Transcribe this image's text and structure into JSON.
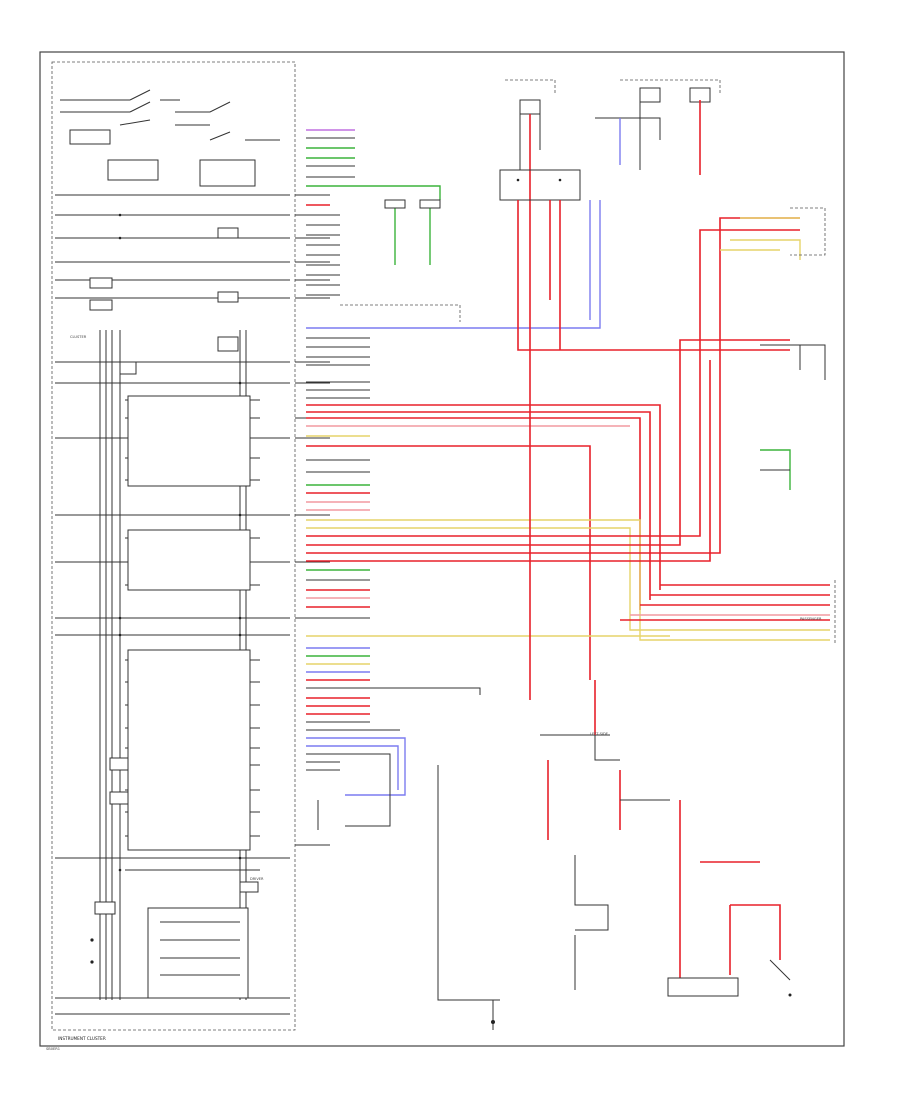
{
  "diagram": {
    "footer_left": "INSTRUMENT CLUSTER",
    "footer_code": "SB0ER1",
    "connector_labels": [
      "PASSENGER",
      "LEFT SIDE",
      "DRIVER",
      "CLUSTER"
    ]
  },
  "chart_data": null
}
